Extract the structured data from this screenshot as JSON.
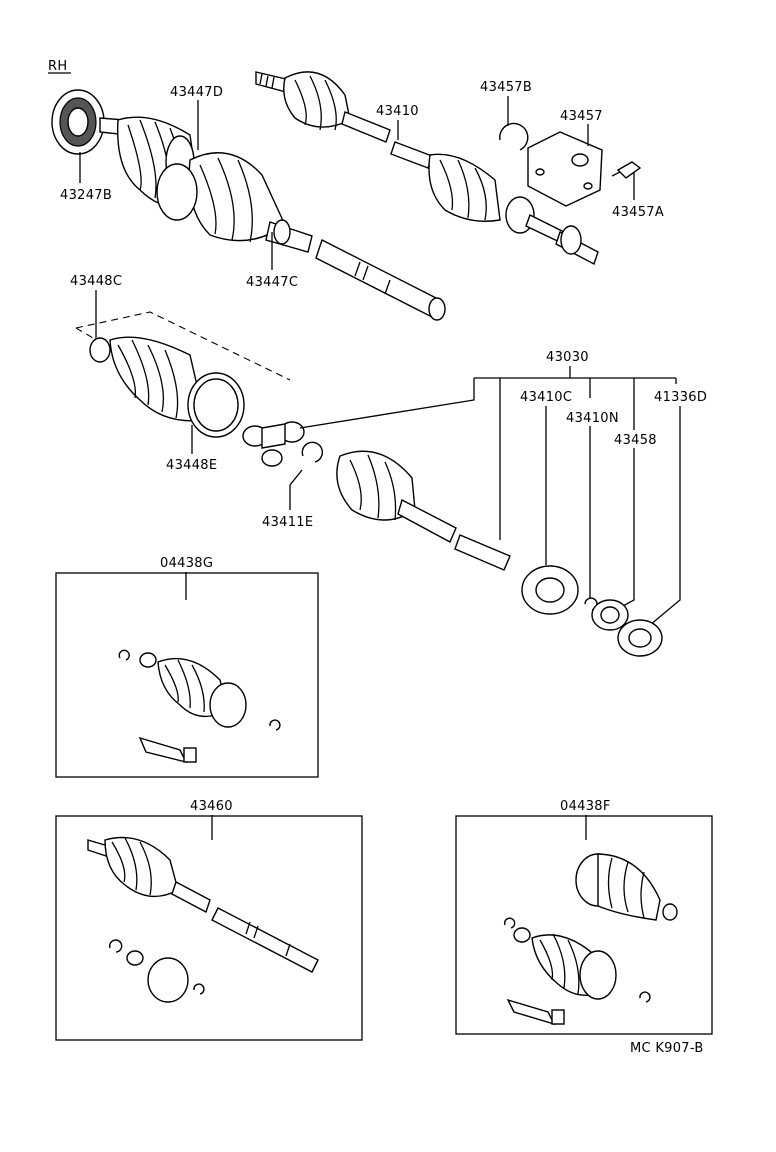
{
  "diagram": {
    "side_label": "RH",
    "ref_code": "MC K907-B",
    "labels": {
      "p43447D": "43447D",
      "p43247B": "43247B",
      "p43447C": "43447C",
      "p43410": "43410",
      "p43457B": "43457B",
      "p43457": "43457",
      "p43457A": "43457A",
      "p43448C": "43448C",
      "p43448E": "43448E",
      "p43411E": "43411E",
      "p43030": "43030",
      "p43410C": "43410C",
      "p43410N": "43410N",
      "p41336D": "41336D",
      "p43458": "43458",
      "p04438G": "04438G",
      "p43460": "43460",
      "p04438F": "04438F"
    }
  }
}
